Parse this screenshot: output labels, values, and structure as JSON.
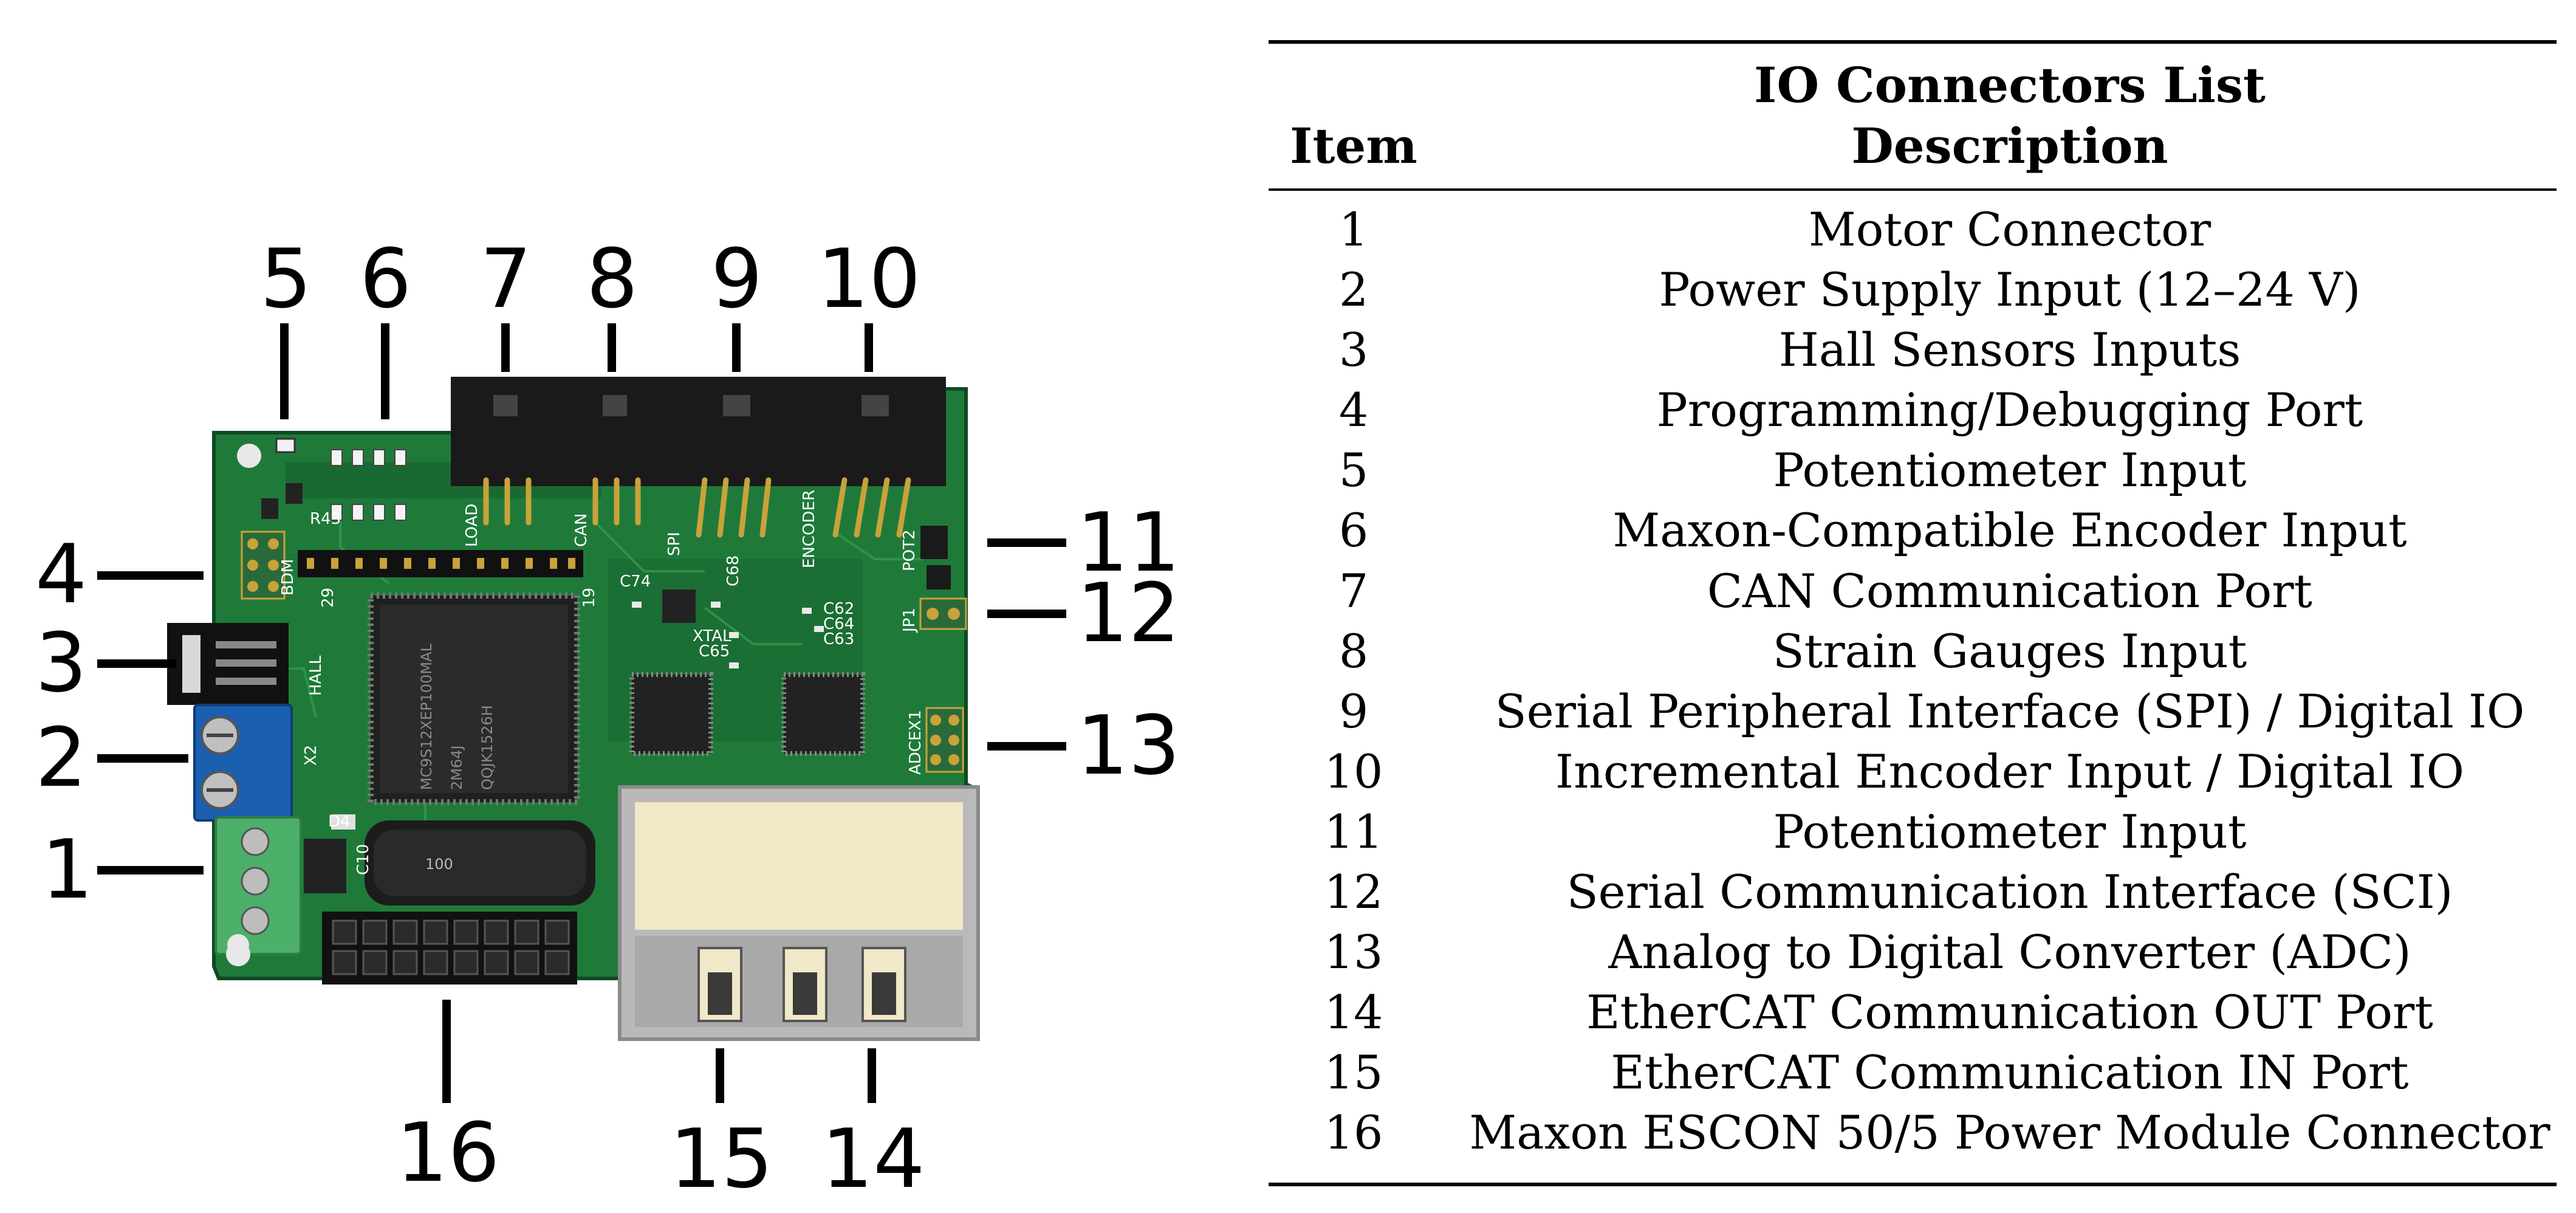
{
  "table": {
    "title": "IO Connectors List",
    "item_header": "Item",
    "description_header": "Description",
    "rows": [
      {
        "item": "1",
        "description": "Motor Connector"
      },
      {
        "item": "2",
        "description": "Power Supply Input (12–24 V)"
      },
      {
        "item": "3",
        "description": "Hall Sensors Inputs"
      },
      {
        "item": "4",
        "description": "Programming/Debugging Port"
      },
      {
        "item": "5",
        "description": "Potentiometer Input"
      },
      {
        "item": "6",
        "description": "Maxon-Compatible Encoder Input"
      },
      {
        "item": "7",
        "description": "CAN Communication Port"
      },
      {
        "item": "8",
        "description": "Strain Gauges Input"
      },
      {
        "item": "9",
        "description": "Serial Peripheral Interface (SPI) / Digital IO"
      },
      {
        "item": "10",
        "description": "Incremental Encoder Input / Digital IO"
      },
      {
        "item": "11",
        "description": "Potentiometer Input"
      },
      {
        "item": "12",
        "description": "Serial Communication Interface (SCI)"
      },
      {
        "item": "13",
        "description": "Analog to Digital Converter (ADC)"
      },
      {
        "item": "14",
        "description": "EtherCAT Communication OUT Port"
      },
      {
        "item": "15",
        "description": "EtherCAT Communication IN Port"
      },
      {
        "item": "16",
        "description": "Maxon ESCON 50/5 Power Module Connector"
      }
    ]
  },
  "callouts": {
    "c1": "1",
    "c2": "2",
    "c3": "3",
    "c4": "4",
    "c5": "5",
    "c6": "6",
    "c7": "7",
    "c8": "8",
    "c9": "9",
    "c10": "10",
    "c11": "11",
    "c12": "12",
    "c13": "13",
    "c14": "14",
    "c15": "15",
    "c16": "16"
  },
  "board_silkscreen": {
    "r43": "R43",
    "bdm": "BDM",
    "hall": "HALL",
    "x2": "X2",
    "d4": "D4",
    "c10": "C10",
    "load": "LOAD",
    "can": "CAN",
    "spi": "SPI",
    "encoder": "ENCODER",
    "pot2": "POT2",
    "jp1": "JP1",
    "adcex1": "ADCEX1",
    "c74": "C74",
    "xtal": "XTAL",
    "c65": "C65",
    "c68": "C68",
    "c63": "C63",
    "c64": "C64",
    "c62": "C62",
    "pin29": "29",
    "pin19": "19",
    "mcu_line1": "MC9S12XEP100MAL",
    "mcu_line2": "2M64J",
    "mcu_line3": "QQJK1526H",
    "cap_value": "100"
  },
  "colors": {
    "pcb_green": "#1f7a3a",
    "pcb_dark": "#14592a",
    "connector_black": "#1a1a1a",
    "terminal_blue": "#1b5fb0",
    "terminal_green": "#4caf6a",
    "rj45_cream": "#f1e8c8",
    "rj45_metal": "#b9b9b9",
    "gold": "#c9a23a"
  }
}
